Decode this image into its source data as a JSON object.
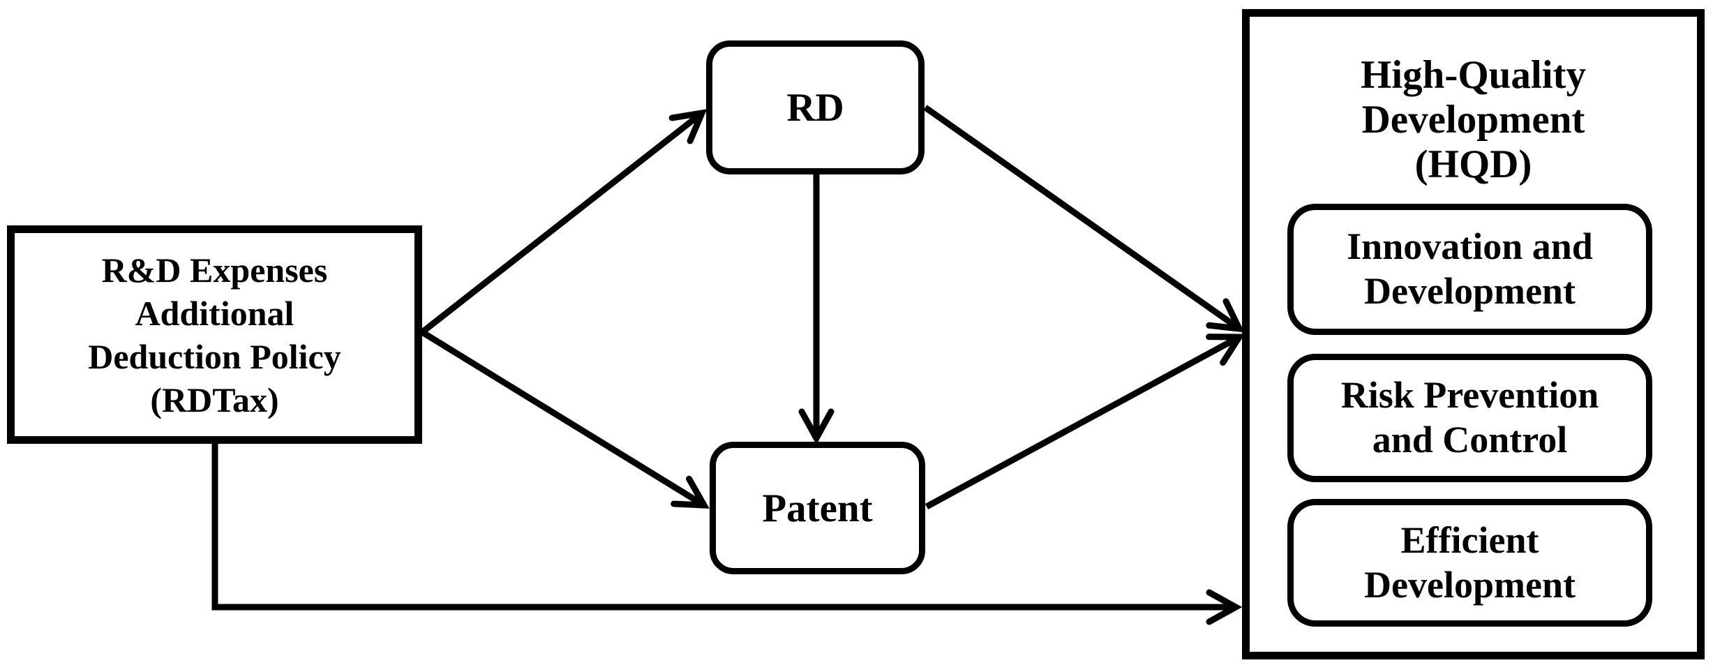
{
  "diagram": {
    "background_color": "#ffffff",
    "line_color": "#000000",
    "nodes": {
      "rdtax": {
        "label": "R&D Expenses\nAdditional\nDeduction Policy\n(RDTax)"
      },
      "rd": {
        "label": "RD"
      },
      "patent": {
        "label": "Patent"
      },
      "hqd": {
        "title": "High-Quality\nDevelopment\n(HQD)",
        "items": [
          {
            "label": "Innovation and\nDevelopment"
          },
          {
            "label": "Risk Prevention\nand Control"
          },
          {
            "label": "Efficient\nDevelopment"
          }
        ]
      }
    },
    "edges": [
      {
        "from": "RDTax",
        "to": "RD"
      },
      {
        "from": "RDTax",
        "to": "Patent"
      },
      {
        "from": "RD",
        "to": "Patent"
      },
      {
        "from": "RD",
        "to": "HQD"
      },
      {
        "from": "Patent",
        "to": "HQD"
      },
      {
        "from": "RDTax",
        "to": "HQD"
      }
    ]
  }
}
